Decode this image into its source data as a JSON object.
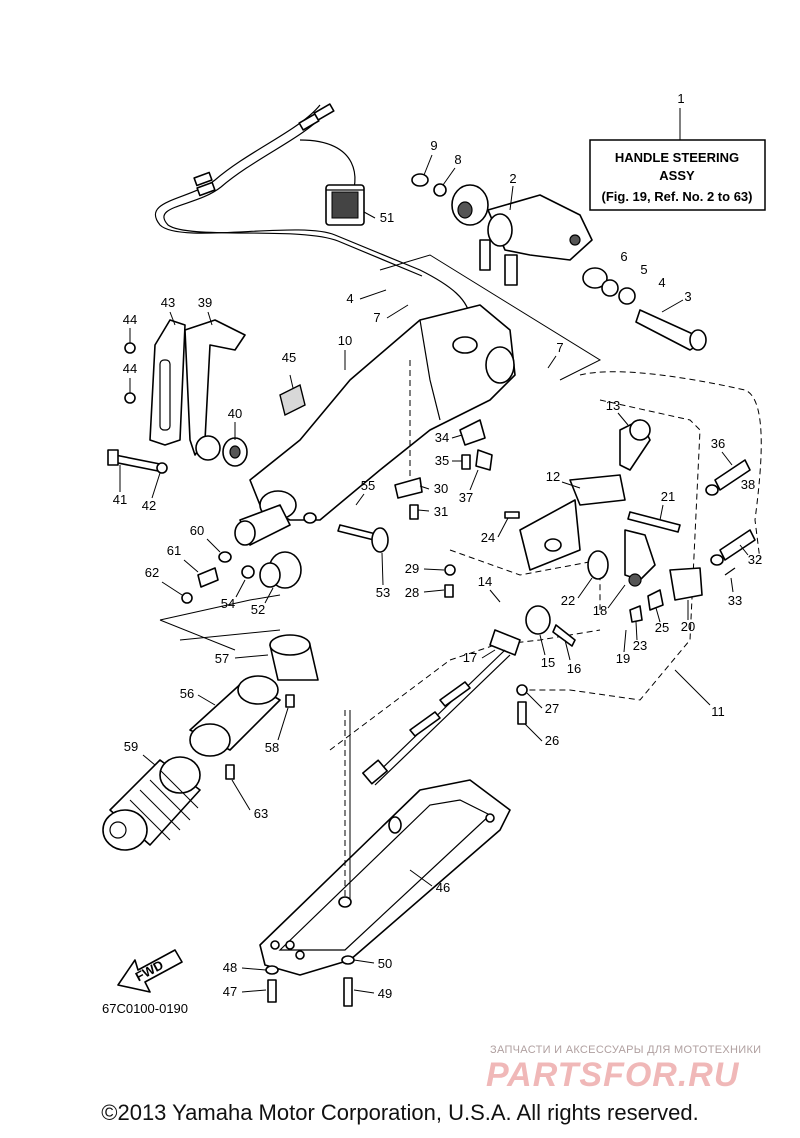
{
  "title_box": {
    "line1": "HANDLE STEERING",
    "line2": "ASSY",
    "line3": "(Fig. 19, Ref. No. 2 to 63)"
  },
  "fwd_arrow": "FWD",
  "diagram_code": "67C0100-0190",
  "watermark": {
    "caption": "ЗАПЧАСТИ И АКСЕССУАРЫ ДЛЯ МОТОТЕХНИКИ",
    "logo": "PARTSFOR.RU"
  },
  "copyright": "©2013 Yamaha Motor Corporation, U.S.A. All rights reserved.",
  "callouts": [
    "1",
    "2",
    "3",
    "4",
    "5",
    "6",
    "7",
    "8",
    "9",
    "10",
    "11",
    "12",
    "13",
    "14",
    "15",
    "16",
    "17",
    "18",
    "19",
    "20",
    "21",
    "22",
    "23",
    "24",
    "25",
    "26",
    "27",
    "28",
    "29",
    "30",
    "31",
    "32",
    "33",
    "34",
    "35",
    "36",
    "37",
    "38",
    "39",
    "40",
    "41",
    "42",
    "43",
    "44",
    "45",
    "46",
    "47",
    "48",
    "49",
    "50",
    "51",
    "52",
    "53",
    "54",
    "55",
    "56",
    "57",
    "58",
    "59",
    "60",
    "61",
    "62",
    "63"
  ],
  "callouts_repeat": {
    "4b": "4",
    "7b": "7",
    "44b": "44"
  },
  "colors": {
    "line": "#000000",
    "background": "#ffffff",
    "watermark": "#f0b8b8"
  }
}
